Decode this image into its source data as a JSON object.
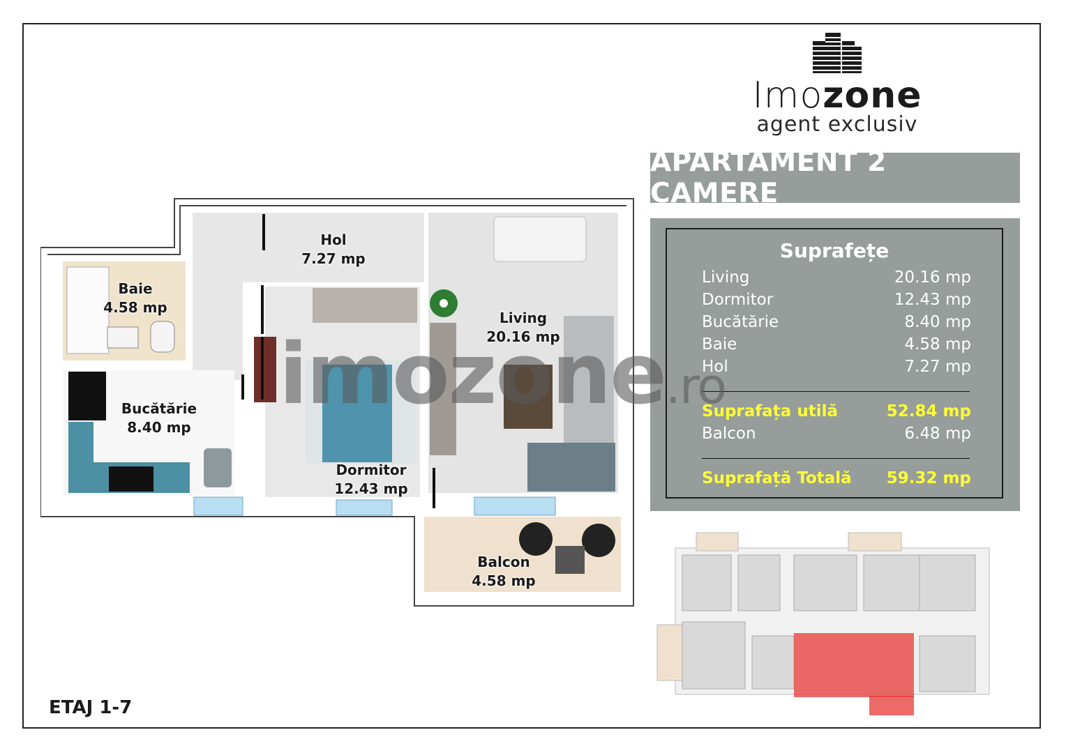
{
  "brand": {
    "name_light": "Imo",
    "name_bold": "zone",
    "tagline": "agent exclusiv"
  },
  "title": "APARTAMENT 2 CAMERE",
  "areas": {
    "heading": "Suprafețe",
    "rooms": [
      {
        "label": "Living",
        "value": "20.16 mp"
      },
      {
        "label": "Dormitor",
        "value": "12.43 mp"
      },
      {
        "label": "Bucătărie",
        "value": "8.40 mp"
      },
      {
        "label": "Baie",
        "value": "4.58 mp"
      },
      {
        "label": "Hol",
        "value": "7.27 mp"
      }
    ],
    "useful": {
      "label": "Suprafața utilă",
      "value": "52.84 mp"
    },
    "balcony": {
      "label": "Balcon",
      "value": "6.48 mp"
    },
    "total": {
      "label": "Suprafață Totală",
      "value": "59.32 mp"
    }
  },
  "plan": {
    "hol": {
      "name": "Hol",
      "area": "7.27 mp"
    },
    "baie": {
      "name": "Baie",
      "area": "4.58 mp"
    },
    "bucatarie": {
      "name": "Bucătărie",
      "area": "8.40 mp"
    },
    "living": {
      "name": "Living",
      "area": "20.16 mp"
    },
    "dormitor": {
      "name": "Dormitor",
      "area": "12.43 mp"
    },
    "balcon": {
      "name": "Balcon",
      "area": "4.58 mp"
    }
  },
  "floor": "ETAJ 1-7",
  "watermark": {
    "main": "imozone",
    "domain": ".ro"
  },
  "colors": {
    "panel": "#969d9b",
    "highlight": "#ffff33",
    "unit_marker": "#e53935"
  }
}
